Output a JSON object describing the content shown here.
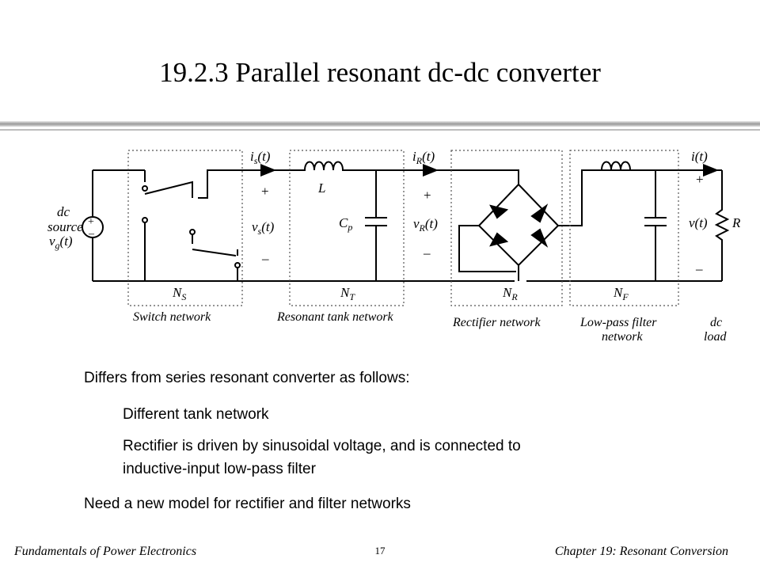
{
  "slide": {
    "title": "19.2.3  Parallel resonant dc-dc converter",
    "footer_left": "Fundamentals of Power Electronics",
    "page_number": "17",
    "footer_right": "Chapter 19:  Resonant Conversion"
  },
  "circuit": {
    "source": {
      "line1": "dc",
      "line2": "source",
      "v": "v",
      "v_sub": "g",
      "v_arg": "(t)"
    },
    "is": {
      "sym": "i",
      "sub": "s",
      "arg": "(t)"
    },
    "vs": {
      "sym": "v",
      "sub": "s",
      "arg": "(t)"
    },
    "L": "L",
    "Cp": {
      "sym": "C",
      "sub": "p"
    },
    "iR": {
      "sym": "i",
      "sub": "R",
      "arg": "(t)"
    },
    "vR": {
      "sym": "v",
      "sub": "R",
      "arg": "(t)"
    },
    "it": "i(t)",
    "vt": "v(t)",
    "R": "R",
    "plus": "+",
    "minus": "–",
    "NS": {
      "sym": "N",
      "sub": "S"
    },
    "NT": {
      "sym": "N",
      "sub": "T"
    },
    "NR": {
      "sym": "N",
      "sub": "R"
    },
    "NF": {
      "sym": "N",
      "sub": "F"
    },
    "networks": {
      "switch": "Switch network",
      "tank": "Resonant tank network",
      "rectifier": "Rectifier network",
      "filter_line1": "Low-pass filter",
      "filter_line2": "network",
      "load_line1": "dc",
      "load_line2": "load"
    }
  },
  "text": {
    "intro": "Differs from series resonant converter as follows:",
    "item1": "Different tank network",
    "item2_line1": "Rectifier is driven by sinusoidal voltage, and is connected to",
    "item2_line2": "inductive-input low-pass filter",
    "closing": "Need a new model for rectifier and filter networks"
  }
}
